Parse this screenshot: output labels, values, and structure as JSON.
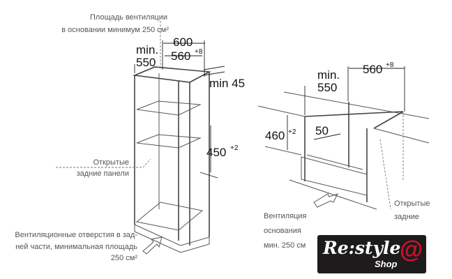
{
  "left_diagram": {
    "vent_area_label_line1": "Площадь вентиляции",
    "vent_area_label_line2": "в основании минимум 250 см²",
    "dim_min": "min.",
    "dim_550": "550",
    "dim_600": "600",
    "dim_560": "560",
    "dim_560_tol": "+8",
    "dim_min45": "min 45",
    "dim_450": "450",
    "dim_450_tol": "+2",
    "open_back_line1": "Открытые",
    "open_back_line2": "задние панели",
    "vent_holes_line1": "Вентиляционные отверстия в зад-",
    "vent_holes_line2": "ней части, минимальная площадь",
    "vent_holes_line3": "250 см²"
  },
  "right_diagram": {
    "dim_min": "min.",
    "dim_550": "550",
    "dim_560": "560",
    "dim_560_tol": "+8",
    "dim_460": "460",
    "dim_460_tol": "+2",
    "dim_50": "50",
    "open_back_line1": "Открытые",
    "open_back_line2": "задние",
    "vent_line1": "Вентиляция",
    "vent_line2": "основания",
    "vent_line3": "мин. 250 см"
  },
  "logo": {
    "main": "Re:style",
    "at": "@",
    "shop": "Shop"
  }
}
